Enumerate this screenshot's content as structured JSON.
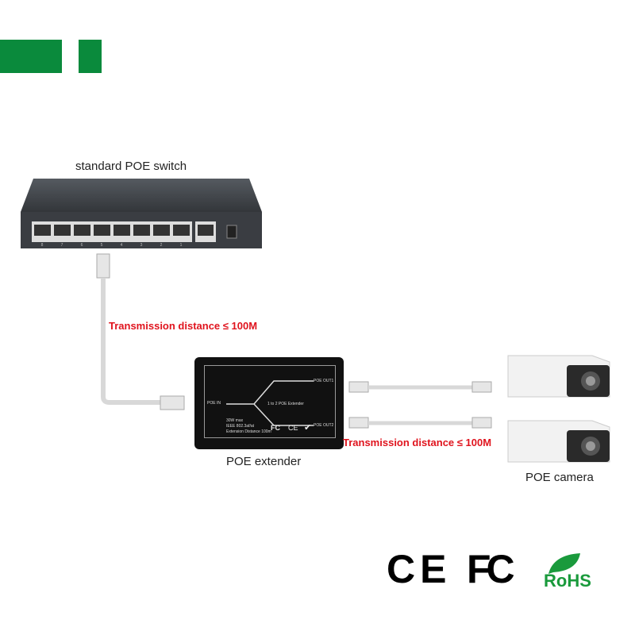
{
  "colors": {
    "brand_green": "#0a8a3c",
    "red_text": "#e0141e",
    "device_dark": "#2c2f33"
  },
  "switch": {
    "label": "standard POE switch",
    "port_numbers": [
      "8",
      "7",
      "6",
      "5",
      "4",
      "3",
      "2",
      "1"
    ]
  },
  "cable_1": {
    "label": "Transmission distance ≤ 100M"
  },
  "extender": {
    "label": "POE extender",
    "poe_in": "POE IN",
    "poe_out1": "POE OUT1",
    "poe_out2": "POE OUT2",
    "model": "1 to 2 POE Extender",
    "spec_power": "30W max",
    "spec_standard": "IEEE 802.3af/at",
    "spec_distance": "Extension Distance 100m",
    "mark_fc": "FC",
    "mark_ce": "CE",
    "mark_check": "✔"
  },
  "cable_2": {
    "label": "Transmission distance ≤ 100M"
  },
  "camera": {
    "label": "POE camera"
  },
  "certifications": {
    "ce": "CE",
    "fc": "FC",
    "rohs": "RoHS"
  }
}
